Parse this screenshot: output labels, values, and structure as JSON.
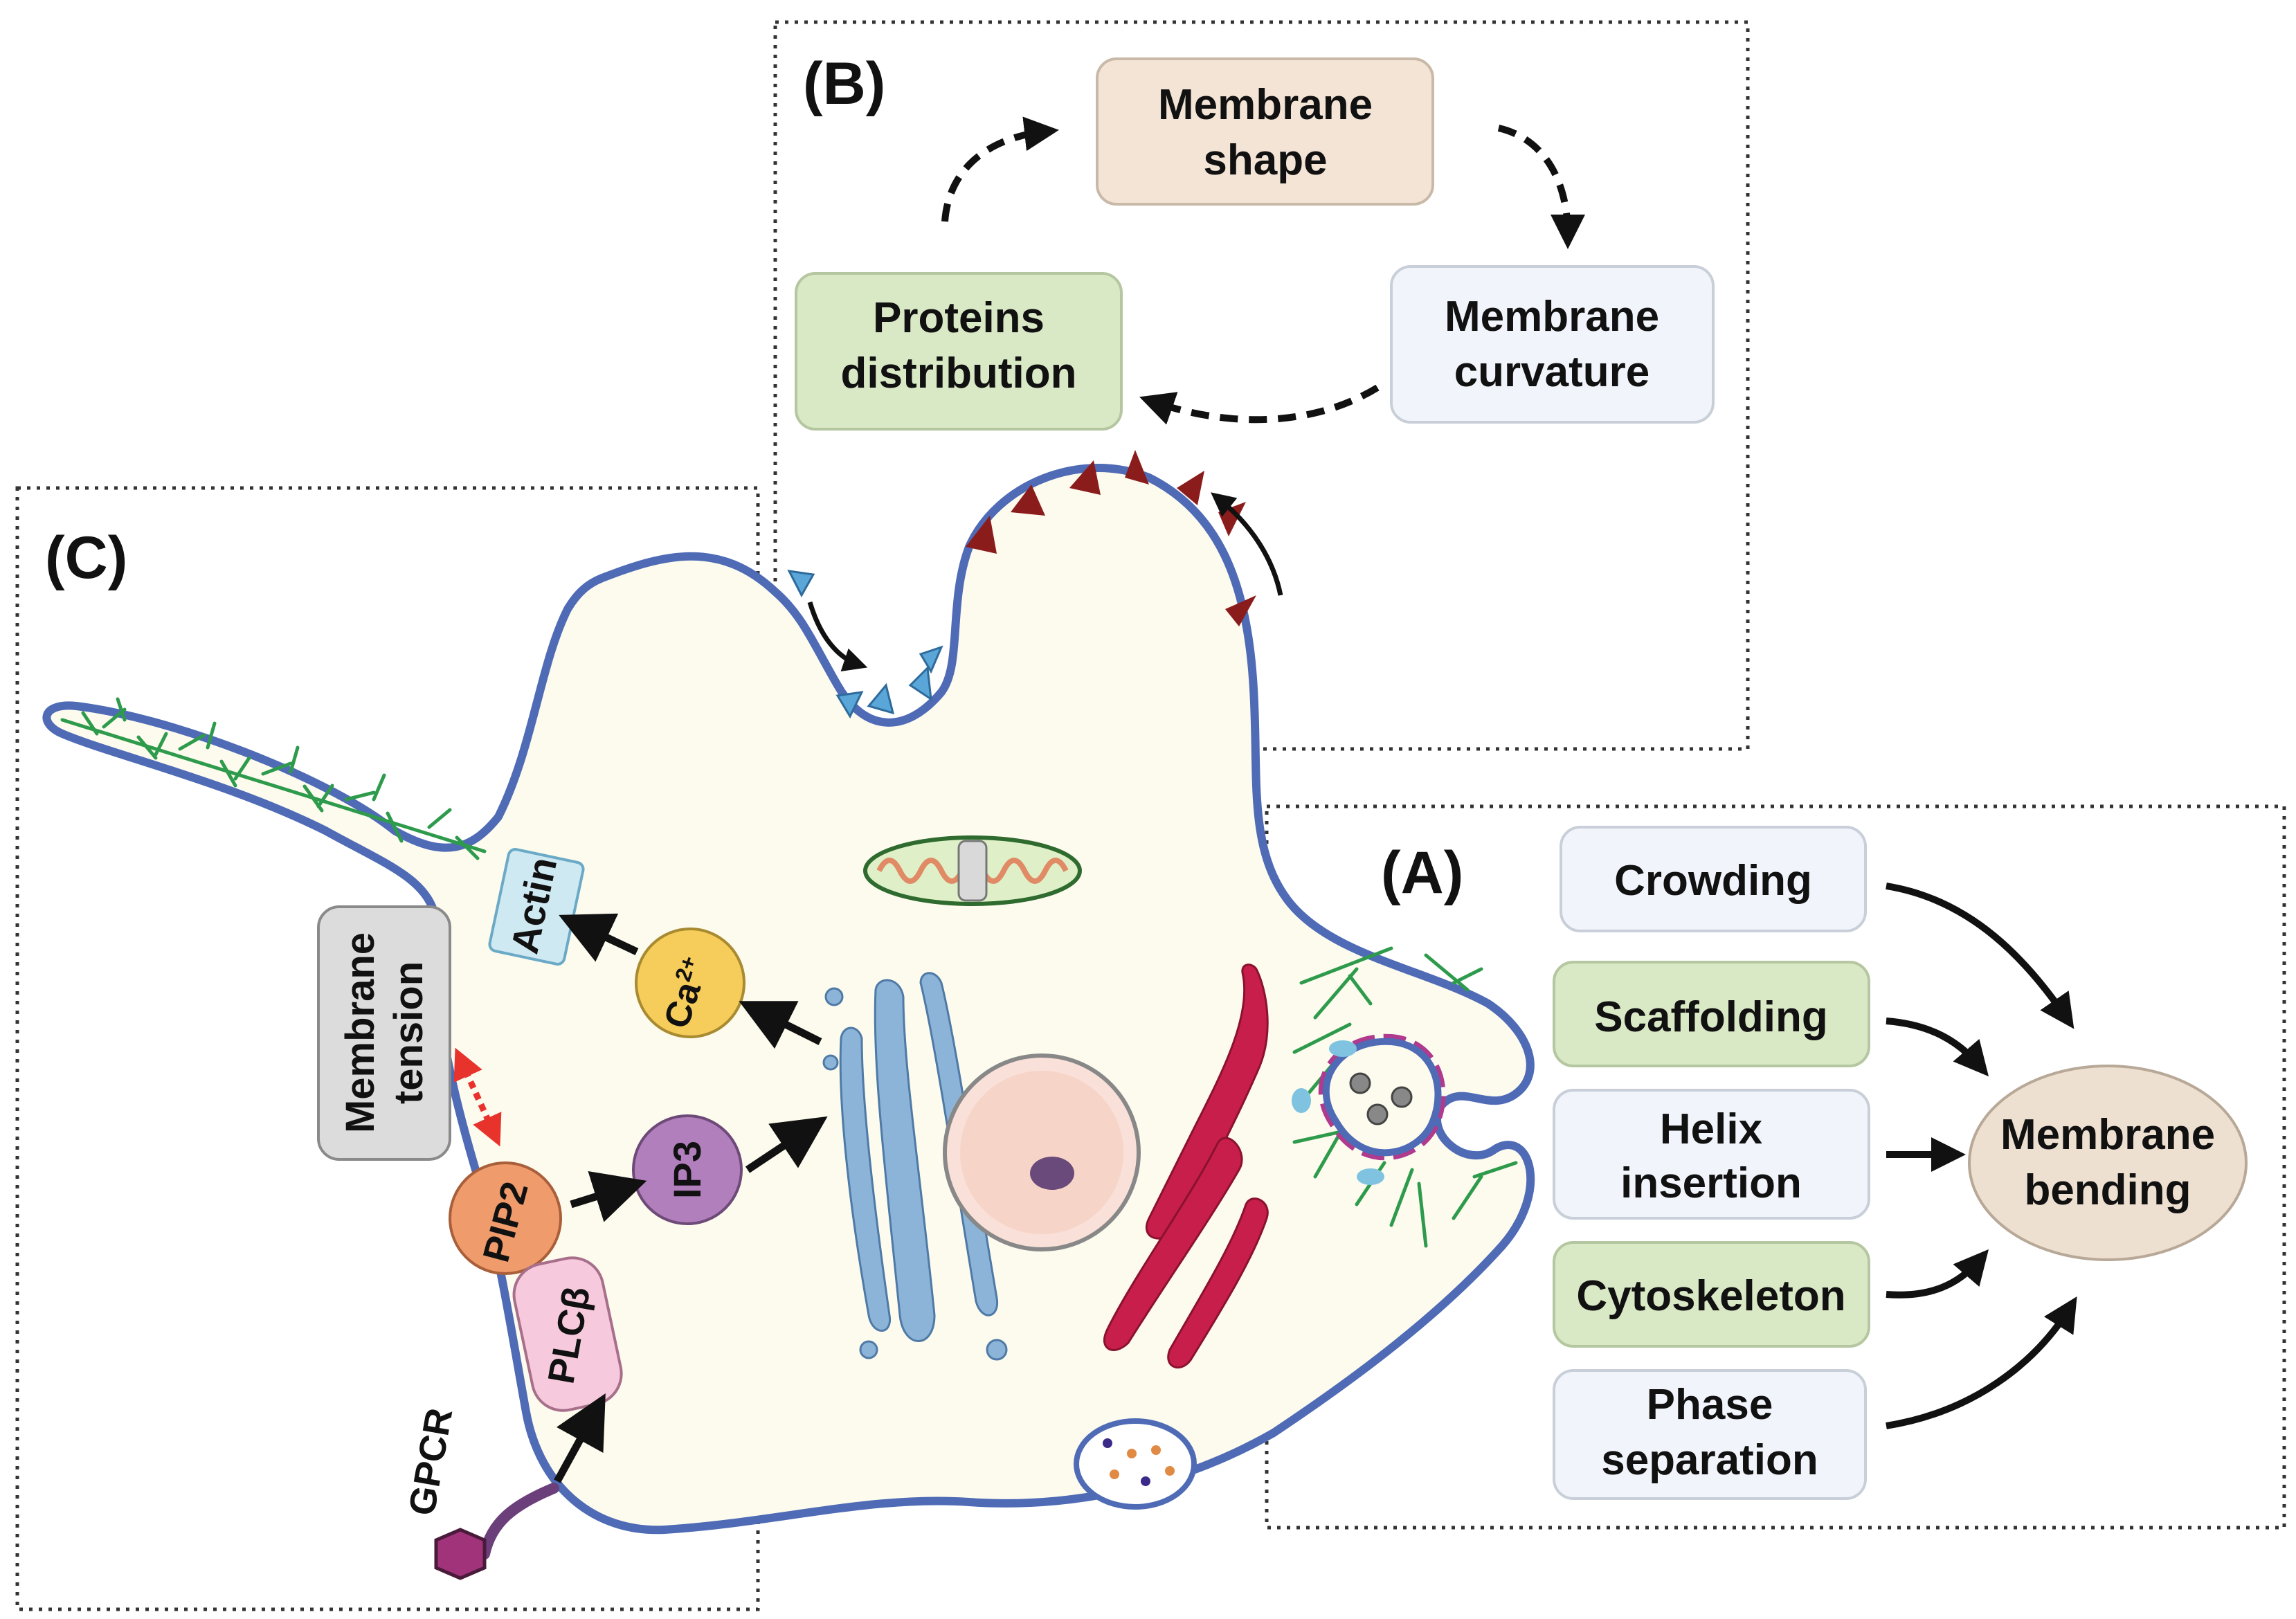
{
  "panels": {
    "a": "(A)",
    "b": "(B)",
    "c": "(C)"
  },
  "cycle": {
    "shape": [
      "Membrane",
      "shape"
    ],
    "curvature": [
      "Membrane",
      "curvature"
    ],
    "proteins": [
      "Proteins",
      "distribution"
    ]
  },
  "mechanisms": {
    "crowding": [
      "Crowding"
    ],
    "scaffolding": [
      "Scaffolding"
    ],
    "helix": [
      "Helix",
      "insertion"
    ],
    "cytoskeleton": [
      "Cytoskeleton"
    ],
    "phase": [
      "Phase",
      "separation"
    ],
    "bending": [
      "Membrane",
      "bending"
    ]
  },
  "signaling": {
    "tension": [
      "Membrane",
      "tension"
    ],
    "actin": "Actin",
    "ca": "Ca",
    "ca_sup": "2+",
    "ip3": "IP3",
    "pip2": "PIP2",
    "plc": "PLCβ",
    "gpcr": "GPCR"
  },
  "colors": {
    "membrane": "#4f6bb6",
    "cytoplasm": "#fdfbee",
    "shape_box": "#f3e4d6",
    "green_box": "#d9e8c5",
    "light_box": "#f1f5fb",
    "bending_oval": "#eee0d0",
    "ca_circle": "#f6cd5a",
    "ip3_circle": "#b27fbd",
    "pip2_circle": "#ef9b6c",
    "plc_box": "#f6c9dd",
    "actin_box": "#cfe9f3",
    "tension_box": "#dcdcdc",
    "red_wedge": "#8b1c1c",
    "blue_wedge": "#5aa6d9",
    "actin_filament": "#2e9b4c",
    "er": "#c81e4b",
    "golgi": "#8cb4d8"
  },
  "icons": [
    "mitochondrion-icon",
    "nucleus-icon",
    "golgi-icon",
    "endoplasmic-reticulum-icon",
    "vesicle-icon",
    "gpcr-receptor-icon",
    "actin-network-icon"
  ]
}
